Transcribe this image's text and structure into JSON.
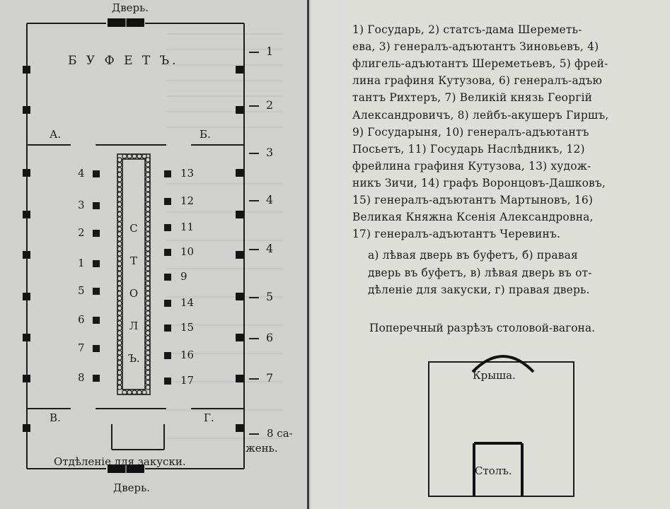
{
  "plan": {
    "door_top": "Дверь.",
    "door_bottom": "Дверь.",
    "buffet": "Б У Ф Е Т Ъ.",
    "table": "С Т О Л Ъ.",
    "snack_section": "Отдѣленіе для закуски.",
    "corner_a": "А.",
    "corner_b": "Б.",
    "corner_c": "В.",
    "corner_d": "Г.",
    "left_seats": [
      "4",
      "3",
      "2",
      "1",
      "5",
      "6",
      "7",
      "8"
    ],
    "right_seats": [
      "13",
      "12",
      "11",
      "10",
      "9",
      "14",
      "15",
      "16",
      "17"
    ],
    "scale_marks": [
      "1",
      "2",
      "3",
      "4",
      "4",
      "5",
      "6",
      "7"
    ],
    "scale_end_line1": "8 са-",
    "scale_end_line2": "жень."
  },
  "legend": {
    "lines": [
      "1) Государь, 2) статсъ-дама Шереметь-",
      "ева, 3) генералъ-адъютантъ Зиновьевъ, 4)",
      "флигель-адъютантъ Шереметьевъ, 5) фрей-",
      "лина графиня Кутузова, 6) генералъ-адъю",
      "тантъ Рихтеръ, 7) Великій князь Георгій",
      "Александровичъ, 8) лейбъ-акушеръ Гиршъ,",
      "9) Государыня, 10) генералъ-адъютантъ",
      "Посьетъ, 11) Государь Наслѣдникъ, 12)",
      "фрейлина графиня Кутузова, 13) худож-",
      "никъ Зичи, 14) графъ Воронцовъ-Дашковъ,",
      "15) генералъ-адъютантъ Мартыновъ, 16)",
      "Великая Княжна Ксенія Александровна,",
      "17) генералъ-адъютантъ Черевинъ."
    ],
    "doors_lines": [
      "а) лѣвая дверь въ буфетъ, б) правая",
      "дверь въ буфетъ, в) лѣвая дверь въ от-",
      "дѣленіе для закуски, г) правая дверь."
    ]
  },
  "section": {
    "caption": "Поперечный разрѣзъ столовой-вагона.",
    "roof": "Крыша.",
    "table": "Столъ."
  }
}
